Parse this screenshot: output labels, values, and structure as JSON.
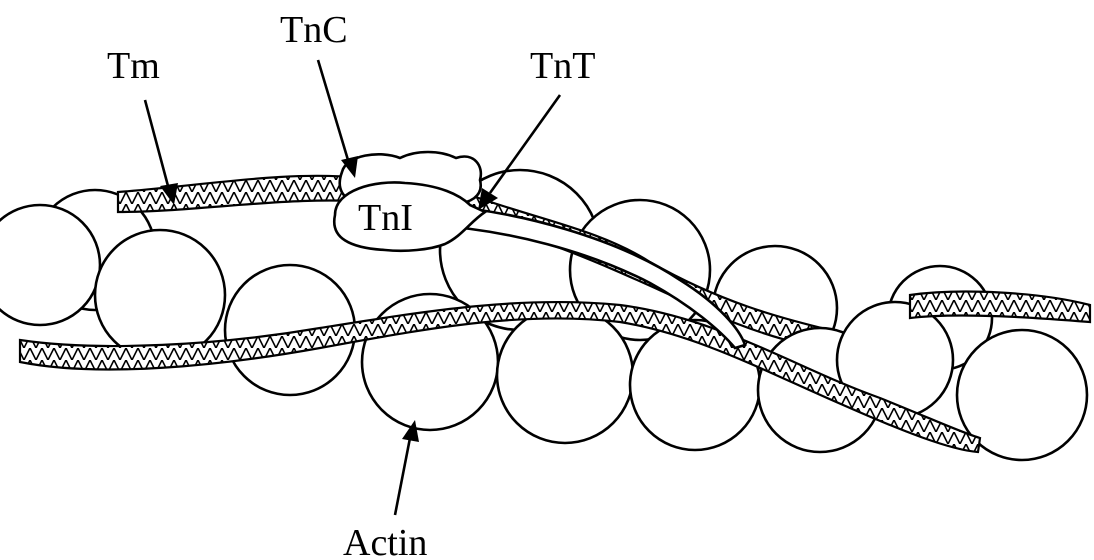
{
  "labels": {
    "tm": "Tm",
    "tnc": "TnC",
    "tnt": "TnT",
    "tni": "TnI",
    "actin": "Actin"
  },
  "colors": {
    "ink": "#000000",
    "paper": "#ffffff"
  }
}
